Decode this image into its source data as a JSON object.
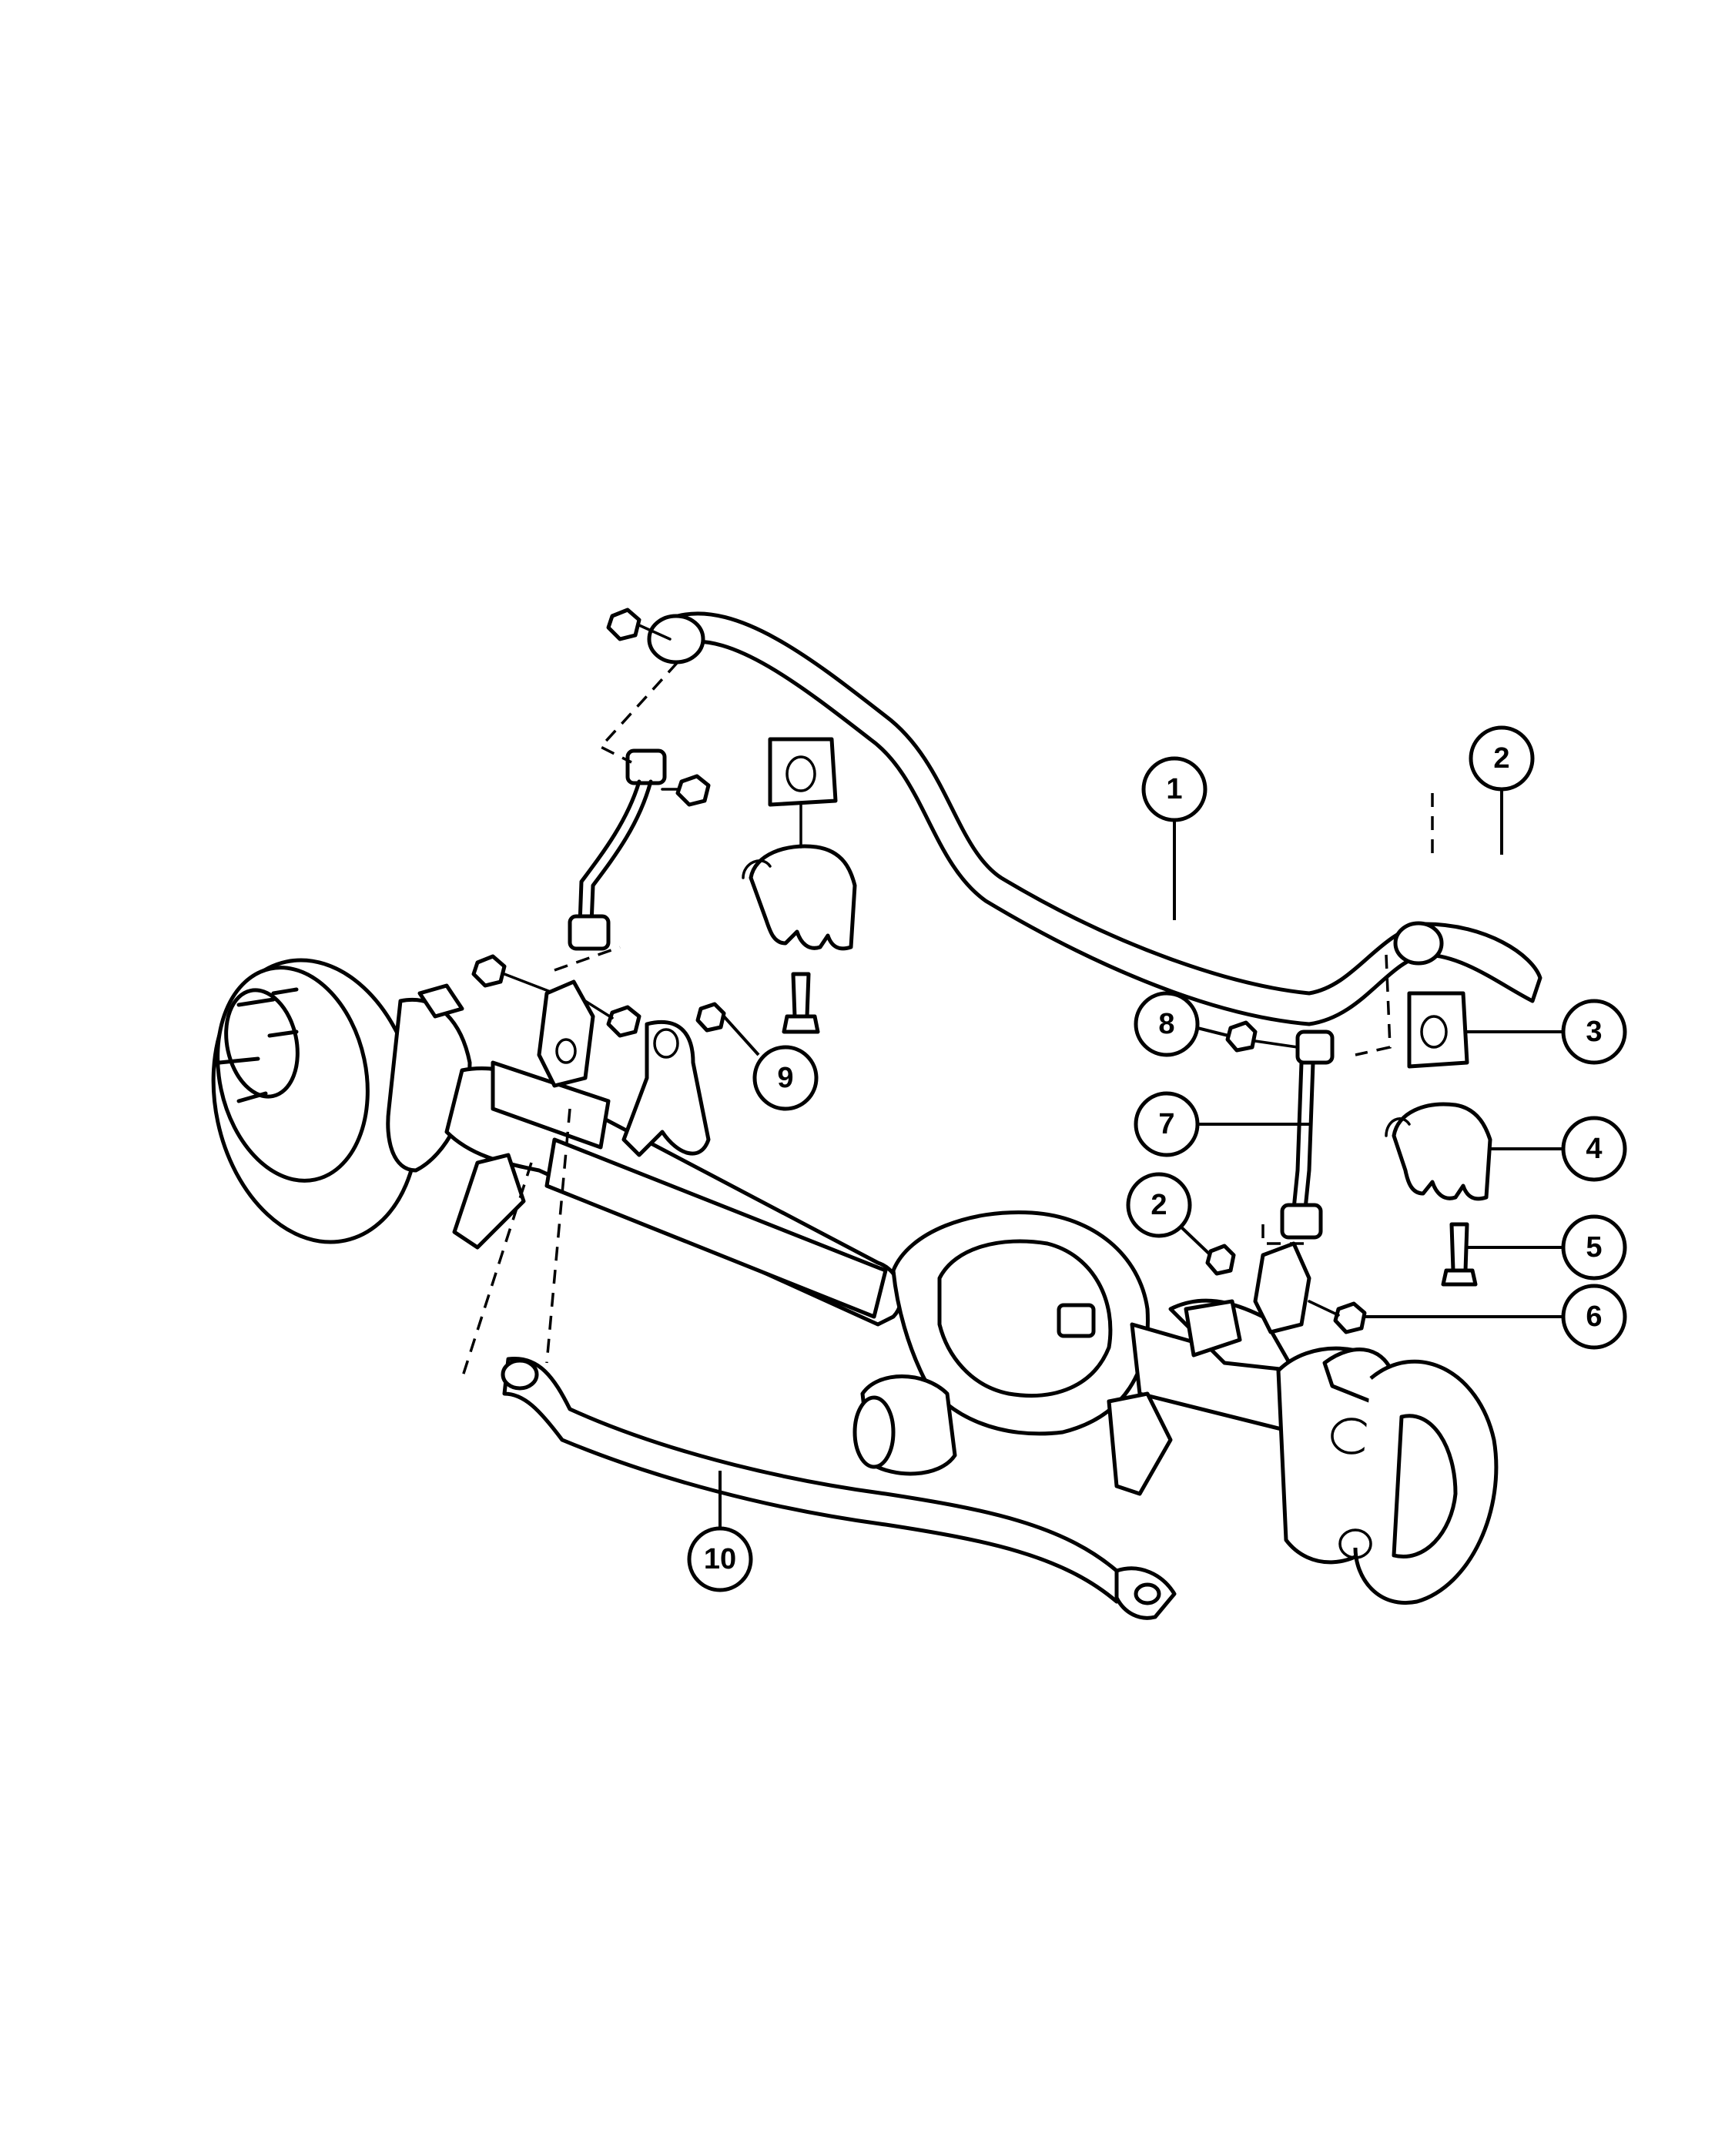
{
  "callouts": [
    {
      "label": "1"
    },
    {
      "label": "2"
    },
    {
      "label": "3"
    },
    {
      "label": "4"
    },
    {
      "label": "5"
    },
    {
      "label": "6"
    },
    {
      "label": "7"
    },
    {
      "label": "8"
    },
    {
      "label": "9"
    },
    {
      "label": "10"
    },
    {
      "label": "2"
    }
  ]
}
